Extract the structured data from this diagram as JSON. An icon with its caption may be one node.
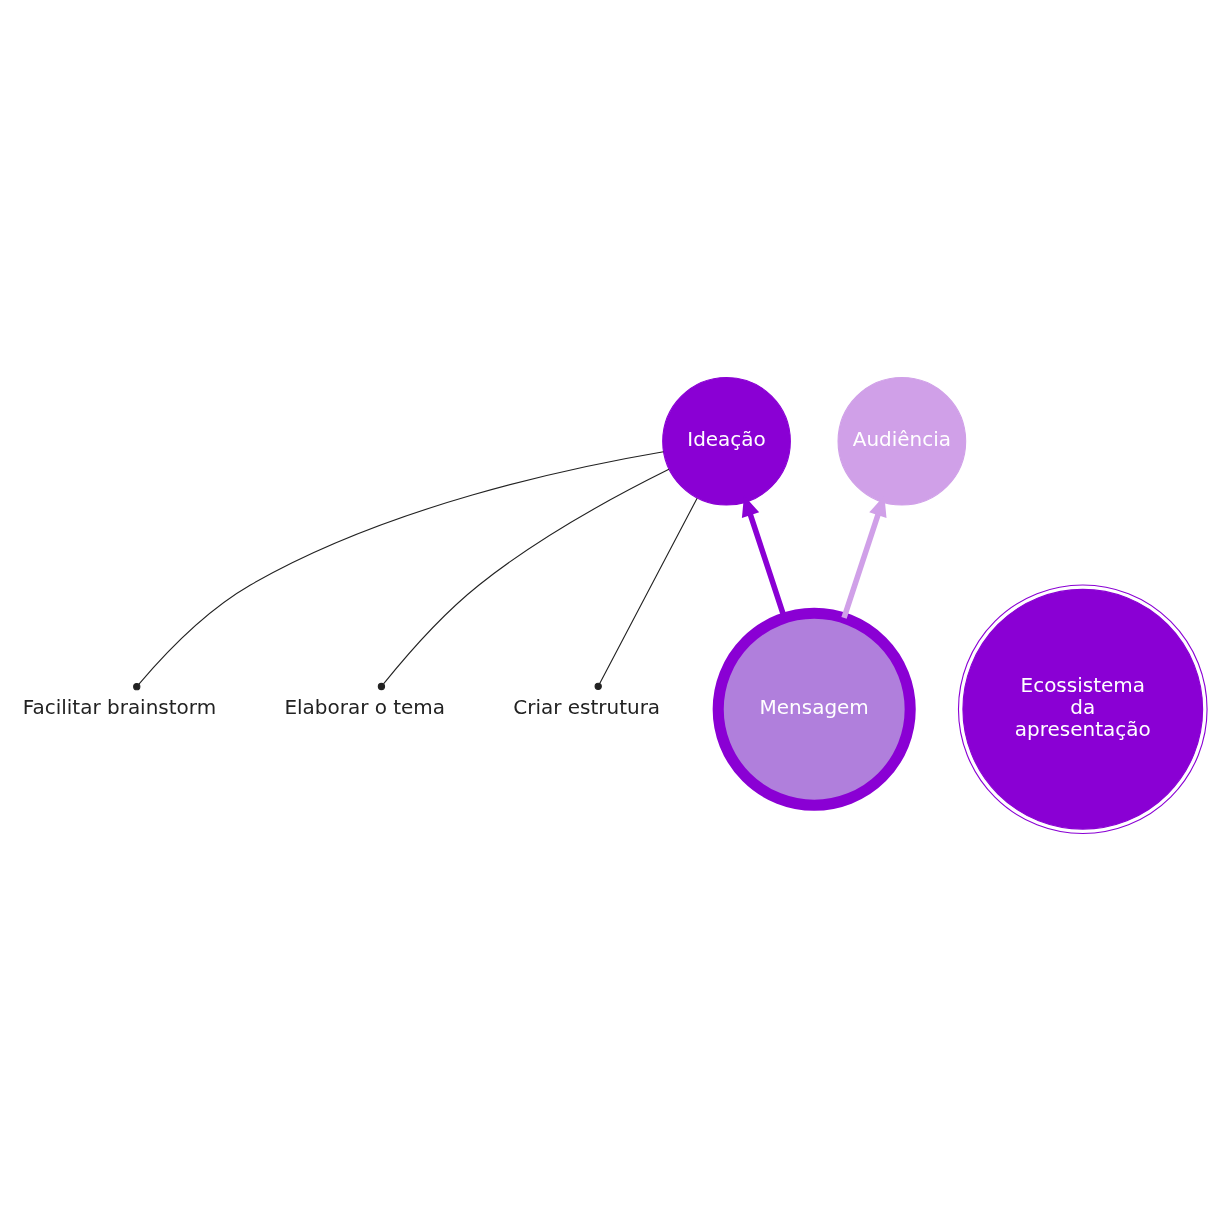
{
  "diagram": {
    "nodes": [
      {
        "text": [
          "Facilitar brainstorm"
        ]
      },
      {
        "text": [
          "Elaborar o tema"
        ]
      },
      {
        "text": [
          "Criar estrutura"
        ]
      },
      {
        "text": [
          "Ideação"
        ]
      },
      {
        "text": [
          "Audiência"
        ]
      },
      {
        "text": [
          "Mensagem"
        ]
      },
      {
        "text": [
          "Ecossistema da apresentação"
        ]
      }
    ],
    "edges": [
      {
        "from": 5,
        "to": 3,
        "arrow": "to",
        "style": "thick",
        "color": "#8a00d4"
      },
      {
        "from": 5,
        "to": 4,
        "arrow": "to",
        "style": "thick",
        "color": "#d0a0e8"
      },
      {
        "from": 0,
        "to": 3,
        "arrow": "other"
      },
      {
        "from": 1,
        "to": 3,
        "arrow": "other"
      },
      {
        "from": 2,
        "to": 3,
        "arrow": "other"
      }
    ]
  }
}
